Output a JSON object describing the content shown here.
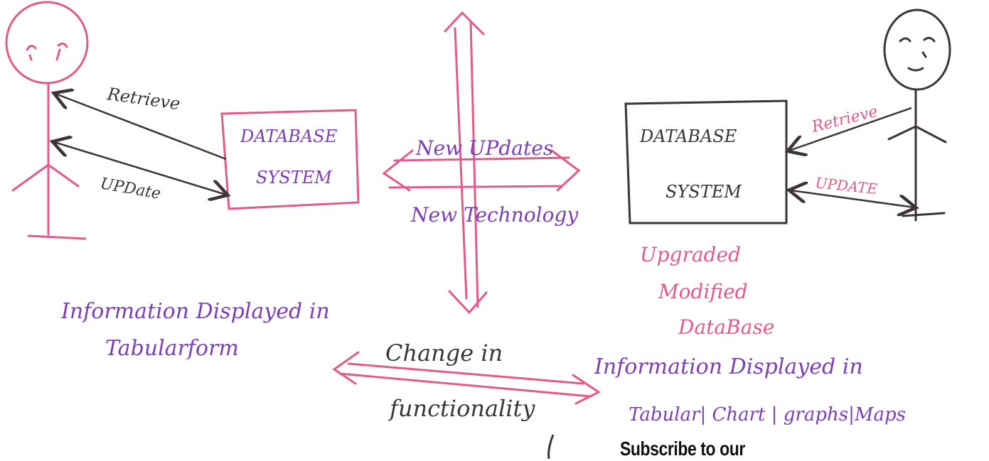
{
  "left": {
    "db_label_1": "DATABASE",
    "db_label_2": "SYSTEM",
    "retrieve": "Retrieve",
    "update": "UPDate",
    "info_line_1": "Information Displayed in",
    "info_line_2": "Tabularform"
  },
  "center": {
    "new_updates": "New UPdates",
    "new_technology": "New Technology",
    "change_line_1": "Change in",
    "change_line_2": "functionality"
  },
  "right": {
    "db_label_1": "DATABASE",
    "db_label_2": "SYSTEM",
    "retrieve": "Retrieve",
    "update": "UPDATE",
    "upgraded_1": "Upgraded",
    "upgraded_2": "Modified",
    "upgraded_3": "DataBase",
    "info_line_1": "Information Displayed in",
    "info_line_2": "Tabular| Chart | graphs|Maps"
  },
  "footer": {
    "subscribe": "Subscribe to our"
  },
  "colors": {
    "pink": "#e05a8a",
    "purple": "#7b3fb3",
    "dark": "#3b3438"
  }
}
